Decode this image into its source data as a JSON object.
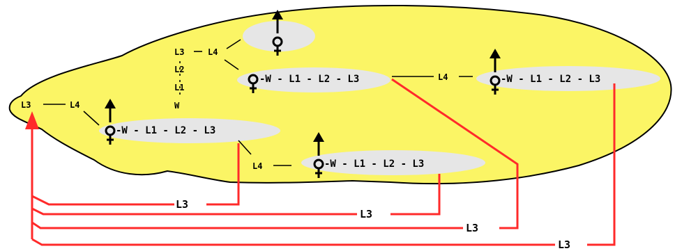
{
  "diagram": {
    "colors": {
      "region": "#fbf565",
      "region_outline": "#000000",
      "spot": "#e6e6e6",
      "arrow": "#ff2a2a",
      "ink": "#000000"
    },
    "icons": [
      "male-female-symbol-icon",
      "male-symbol-icon"
    ],
    "nodes": {
      "top": {
        "label": ""
      },
      "mid": {
        "label": "-W - L1 - L2 - L3"
      },
      "right": {
        "label": "-W - L1 - L2 - L3"
      },
      "left": {
        "label": "-W - L1 - L2 - L3"
      },
      "bottom": {
        "label": "-W - L1 - L2 - L3"
      }
    },
    "inner_labels": {
      "chain_l3": "L3",
      "chain_l2": "L2",
      "chain_l1": "L1",
      "chain_w": "W",
      "l4_top": "L4",
      "l4_mid_right": "L4",
      "l3_left": "L3",
      "l4_left": "L4",
      "l4_bottom": "L4"
    },
    "bottom_labels": {
      "route1": "L3",
      "route2": "L3",
      "route3": "L3",
      "route4": "L3"
    }
  }
}
